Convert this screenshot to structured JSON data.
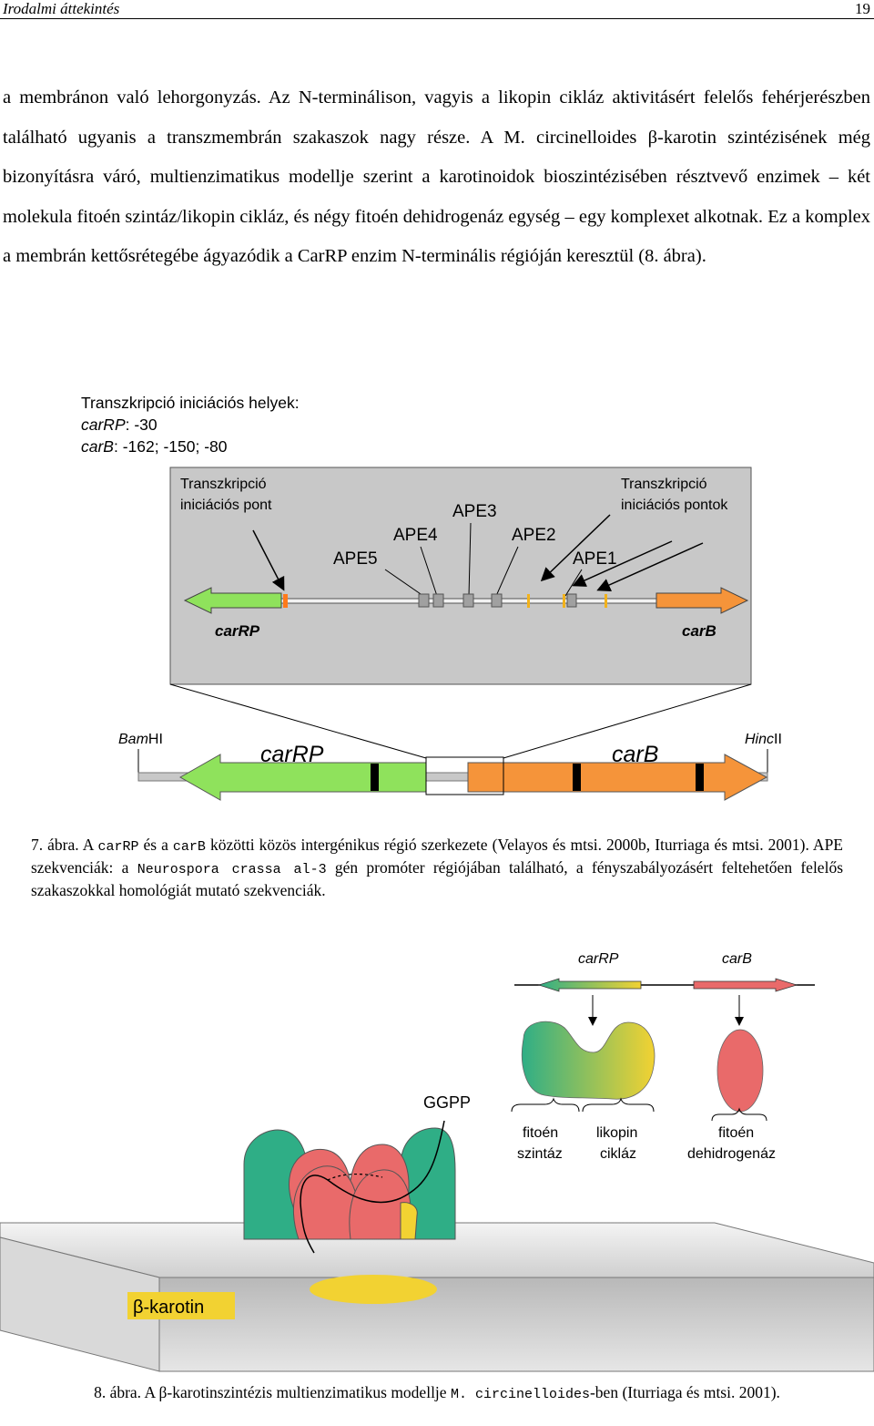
{
  "header": {
    "title": "Irodalmi áttekintés",
    "page": "19"
  },
  "paragraph": "a membránon való lehorgonyzás. Az N-terminálison, vagyis a likopin cikláz aktivitásért felelős fehérjerészben található ugyanis a transzmembrán szakaszok nagy része. A M. circinelloides β-karotin szintézisének még bizonyításra váró, multienzimatikus modellje szerint a karotinoidok bioszintézisében résztvevő enzimek – két molekula fitoén szintáz/likopin cikláz, és négy fitoén dehidrogenáz egység – egy komplexet alkotnak. Ez a komplex a membrán kettősrétegébe ágyazódik a CarRP enzim N-terminális régióján keresztül (8. ábra).",
  "figure7": {
    "tss_title": "Transzkripció iniciációs helyek:",
    "tss_carrp_gene": "carRP",
    "tss_carrp_value": ": -30",
    "tss_carb_gene": "carB",
    "tss_carb_value": ": -162; -150; -80",
    "left_label_line1": "Transzkripció",
    "left_label_line2": "iniciációs pont",
    "right_label_line1": "Transzkripció",
    "right_label_line2": "iniciációs pontok",
    "ape": [
      "APE5",
      "APE4",
      "APE3",
      "APE2",
      "APE1"
    ],
    "zoom_gene_left": "carRP",
    "zoom_gene_right": "carB",
    "site_left_italic": "Bam",
    "site_left_rest": "HI",
    "site_right_italic": "Hinc",
    "site_right_rest": "II",
    "gene_left": "carRP",
    "gene_right": "carB"
  },
  "caption7": {
    "a": "7. ábra. A ",
    "b": "carRP",
    "c": " és a ",
    "d": "carB",
    "e": " közötti közös intergénikus régió szerkezete (Velayos és mtsi. 2000b, Iturriaga és mtsi. 2001). APE szekvenciák: a ",
    "f": "Neurospora crassa al-3",
    "g": " gén promóter régiójában található, a fényszabályozásért feltehetően felelős szakaszokkal homológiát mutató szekvenciák."
  },
  "figure8": {
    "gene_left": "carRP",
    "gene_right": "carB",
    "ggpp": "GGPP",
    "label1_line1": "fitoén",
    "label1_line2": "szintáz",
    "label2_line1": "likopin",
    "label2_line2": "cikláz",
    "label3_line1": "fitoén",
    "label3_line2": "dehidrogenáz",
    "product": "β-karotin"
  },
  "caption8": {
    "a": "8. ábra. A β-karotinszintézis multienzimatikus modellje ",
    "b": "M. circinelloides",
    "c": "-ben (Iturriaga és mtsi. 2001)."
  },
  "colors": {
    "carrp_green": "#8fe25c",
    "carb_orange": "#f5943a",
    "panel_gray": "#c8c8c8",
    "enzyme_red": "#e96a6a",
    "enzyme_teal": "#2fae86",
    "enzyme_yellow": "#f2d232"
  }
}
